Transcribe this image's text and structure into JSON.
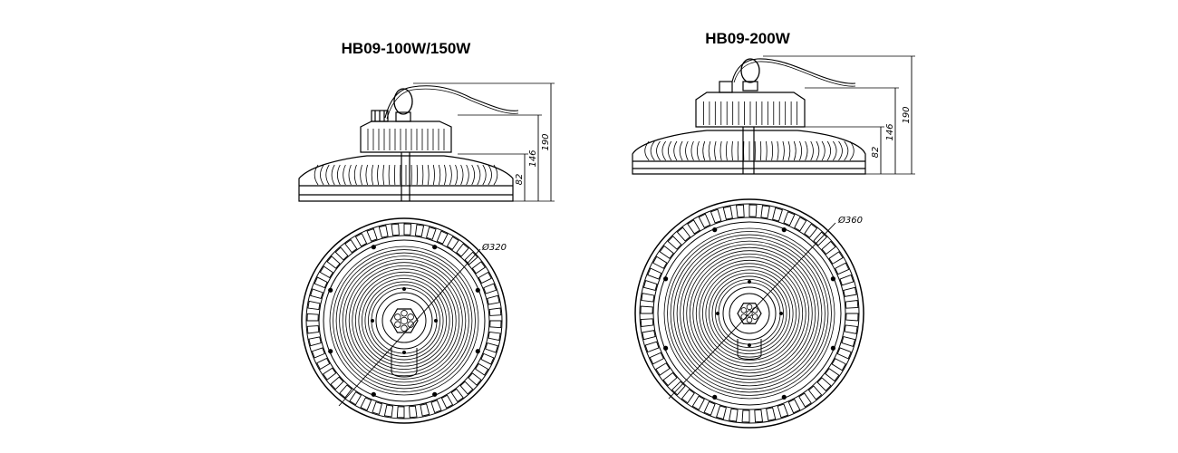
{
  "products": [
    {
      "title": "HB09-100W/150W",
      "heights": [
        "82",
        "146",
        "190"
      ],
      "diameter": "Ø320"
    },
    {
      "title": "HB09-200W",
      "heights": [
        "82",
        "146",
        "190"
      ],
      "diameter": "Ø360"
    }
  ],
  "colors": {
    "line": "#000000",
    "background": "#ffffff"
  }
}
